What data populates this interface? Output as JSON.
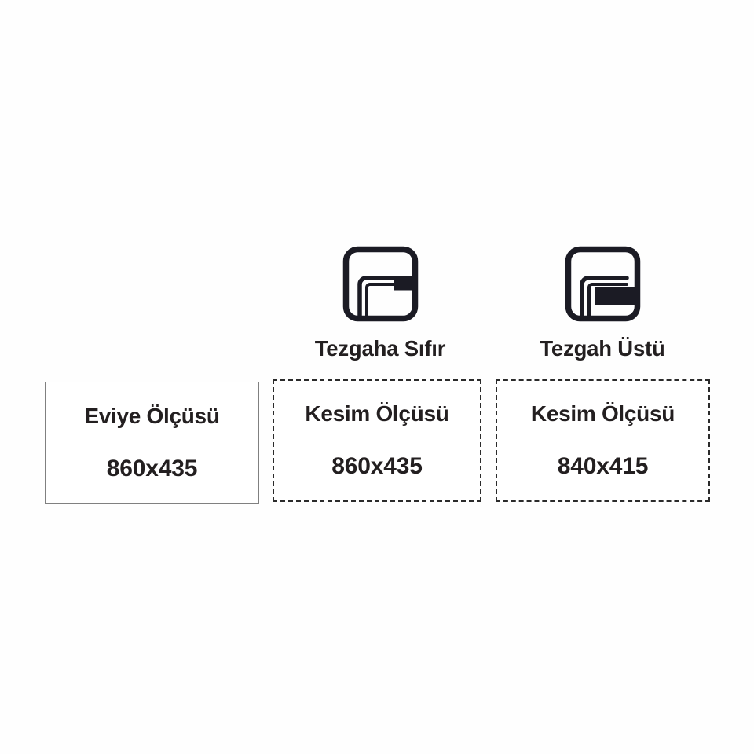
{
  "page": {
    "background_color": "#fefefe",
    "text_color": "#231f20",
    "accent_color": "#1b1b24"
  },
  "mount_types": [
    {
      "id": "flush",
      "icon": "flush-mount-sink-icon",
      "caption": "Tezgaha Sıfır"
    },
    {
      "id": "top",
      "icon": "top-mount-sink-icon",
      "caption": "Tezgah Üstü"
    }
  ],
  "measurements": [
    {
      "id": "sink",
      "title": "Eviye Ölçüsü",
      "value": "860x435",
      "border_style": "solid",
      "border_color": "#808080"
    },
    {
      "id": "cut-flush",
      "title": "Kesim Ölçüsü",
      "value": "860x435",
      "border_style": "dashed",
      "border_color": "#2b2b2b"
    },
    {
      "id": "cut-top",
      "title": "Kesim Ölçüsü",
      "value": "840x415",
      "border_style": "dashed",
      "border_color": "#2b2b2b"
    }
  ]
}
